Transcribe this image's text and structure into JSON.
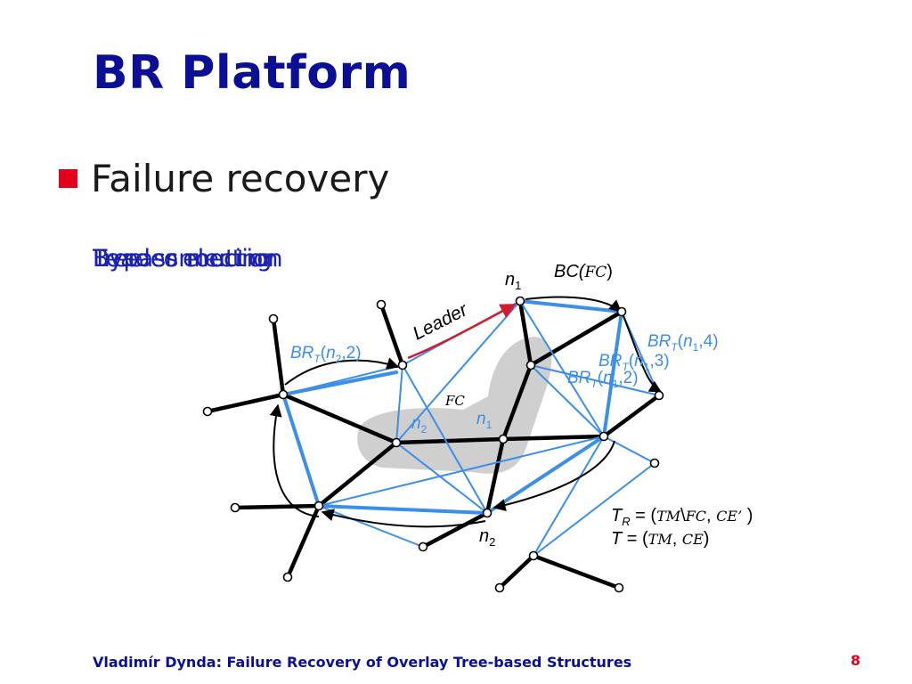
{
  "slide": {
    "title": "BR Platform",
    "bullet": "Failure recovery",
    "overlapping_labels": [
      "Bypass routing",
      "Leader election",
      "Tree connection"
    ],
    "footer": "Vladimír Dynda: Failure Recovery of Overlay Tree-based Structures",
    "page_number": "8"
  },
  "colors": {
    "title": "#0a0f96",
    "bullet": "#e4001b",
    "blue_edges": "#3b8fe8",
    "tree_edges": "#000000",
    "leader_arrow": "#d21c2c",
    "failure_region": "#cfcfcf"
  },
  "diagram": {
    "n1_label": {
      "base": "n",
      "sub": "1"
    },
    "n2_label": {
      "base": "n",
      "sub": "2"
    },
    "leader": "Leader",
    "bc": {
      "prefix": "BC(",
      "set": "FC",
      "suffix": ")"
    },
    "fc": "FC",
    "br_n2": {
      "base": "BR",
      "sub": "T",
      "args_pre": "(",
      "n": "n",
      "nsub": "2",
      "rest": ",2)"
    },
    "br_n1_4": {
      "base": "BR",
      "sub": "T",
      "args_pre": "(",
      "n": "n",
      "nsub": "1",
      "rest": ",4)"
    },
    "br_n1_3": {
      "base": "BR",
      "sub": "T",
      "args_pre": "(",
      "n": "n",
      "nsub": "1",
      "rest": ",3)"
    },
    "br_n1_2": {
      "base": "BR",
      "sub": "T",
      "args_pre": "(",
      "n": "n",
      "nsub": "1",
      "rest": ",2)"
    },
    "tr": {
      "base": "T",
      "sub": "R",
      "eq": " = (",
      "tm": "TM",
      "sep": "\\",
      "fc": "FC",
      "comma": ", ",
      "ce": "CE’",
      "close": " )"
    },
    "t": {
      "base": "T",
      "eq": " = (",
      "tm": "TM",
      "comma": ", ",
      "ce": "CE",
      "close": ")"
    }
  }
}
